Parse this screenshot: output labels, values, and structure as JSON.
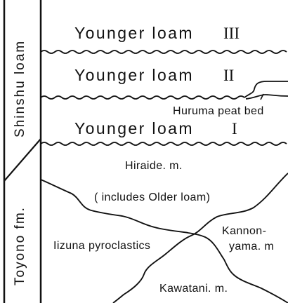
{
  "figure": {
    "group_labels": {
      "upper": "Shinshu loam",
      "lower": "Toyono fm."
    },
    "units": {
      "younger_loam_3": {
        "name": "Younger loam",
        "numeral": "III"
      },
      "younger_loam_2": {
        "name": "Younger loam",
        "numeral": "II"
      },
      "huruma_peat_bed": "Huruma peat bed",
      "younger_loam_1": {
        "name": "Younger loam",
        "numeral": "I"
      },
      "hiraide": "Hiraide. m.",
      "hiraide_note": "( includes Older loam)",
      "iizuna": "Iizuna pyroclastics",
      "kannonyama_1": "Kannon-",
      "kannonyama_2": "yama. m",
      "kawatani": "Kawatani. m."
    }
  }
}
